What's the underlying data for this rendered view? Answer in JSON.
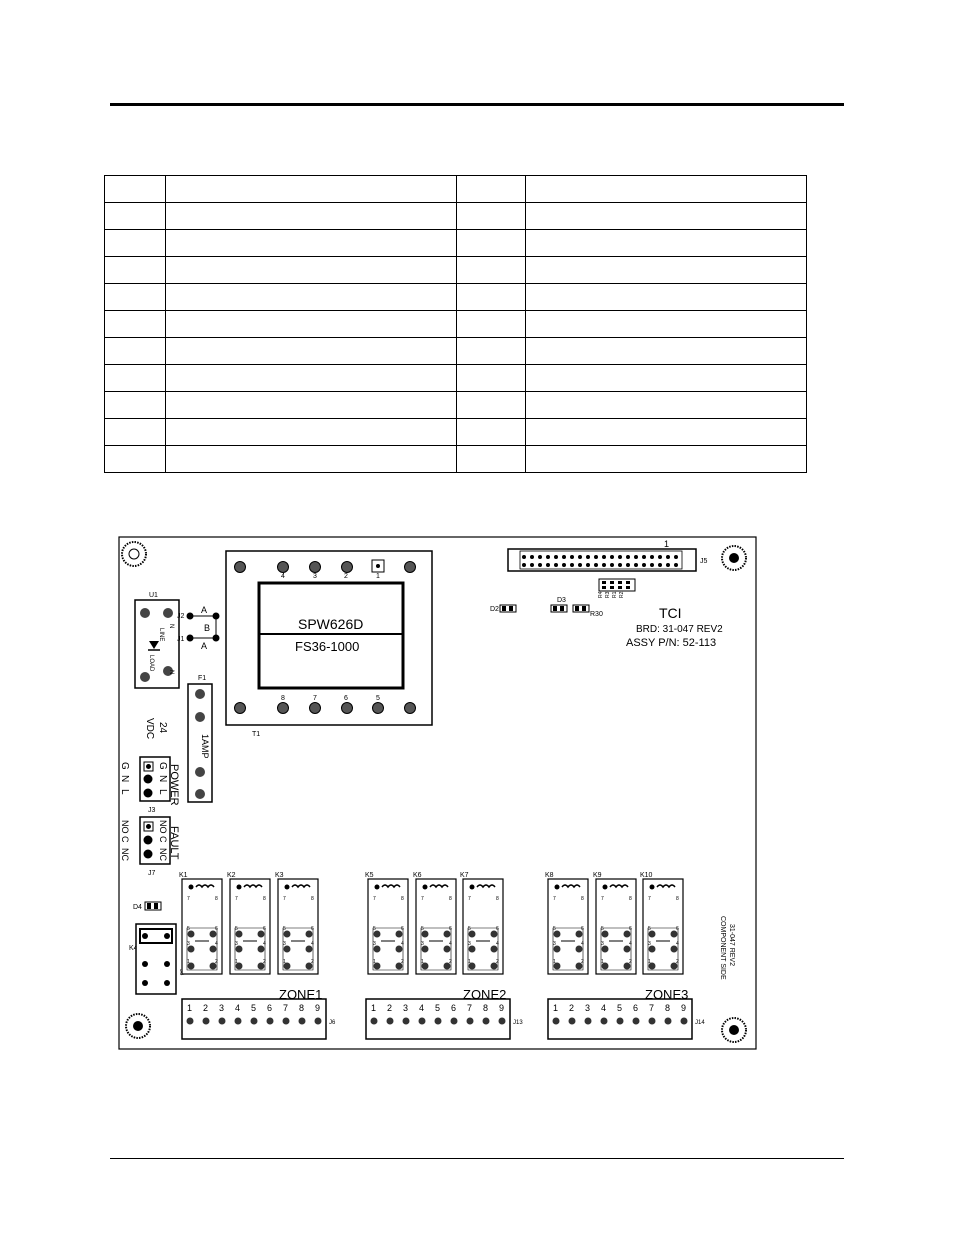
{
  "table": {
    "rows": 11,
    "cols": 4
  },
  "board": {
    "header_pin": "1",
    "header_ref": "J5",
    "brand": "TCI",
    "board_number": "BRD: 31-047  REV2",
    "assy_number": "ASSY P/N: 52-113",
    "transformer": {
      "line1": "SPW626D",
      "line2": "FS36-1000",
      "ref": "T1",
      "top_pins": [
        "4",
        "3",
        "2",
        "1"
      ],
      "bottom_pins": [
        "8",
        "7",
        "6",
        "5"
      ]
    },
    "u1": {
      "ref": "U1",
      "line": "LINE",
      "load": "LOAD",
      "n1": "N",
      "n2": "N"
    },
    "jumper": {
      "j2": "J2",
      "j1": "J1",
      "a1": "A",
      "b": "B",
      "a2": "A"
    },
    "fuse": {
      "ref": "F1",
      "rating": "1AMP"
    },
    "vdc": {
      "value": "24",
      "unit": "VDC"
    },
    "power": {
      "label": "POWER",
      "ref": "J3",
      "pins": [
        "G",
        "N",
        "L"
      ],
      "side": [
        "G",
        "N",
        "L"
      ]
    },
    "fault": {
      "label": "FAULT",
      "ref": "J7",
      "pins": [
        "NO",
        "C",
        "NC"
      ],
      "side": [
        "NO",
        "C",
        "NC"
      ]
    },
    "leds": {
      "d2": "D2",
      "d3": "D3",
      "d4": "D4",
      "r30": "R30"
    },
    "resistors": [
      "R2",
      "R1",
      "R3",
      "R4"
    ],
    "k4": {
      "ref": "K4",
      "j": "J6"
    },
    "relays": [
      "K1",
      "K2",
      "K3",
      "K5",
      "K6",
      "K7",
      "K8",
      "K9",
      "K10"
    ],
    "relay_pins": {
      "p7": "7",
      "p8": "8",
      "p5": "5",
      "p6": "6",
      "p3": "3",
      "p4": "4",
      "p1": "1",
      "p2": "2"
    },
    "zones": [
      {
        "name": "ZONE1",
        "ref": "J6"
      },
      {
        "name": "ZONE2",
        "ref": "J13"
      },
      {
        "name": "ZONE3",
        "ref": "J14"
      }
    ],
    "terminal_numbers": [
      "1",
      "2",
      "3",
      "4",
      "5",
      "6",
      "7",
      "8",
      "9"
    ],
    "side_label": {
      "line1": "31-047 REV2",
      "line2": "COMPONENT SIDE"
    }
  }
}
